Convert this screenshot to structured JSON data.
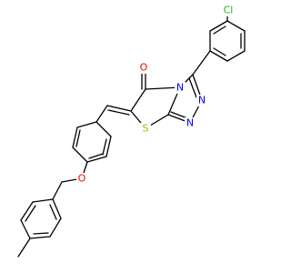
{
  "molecule": {
    "atoms": {
      "cl": {
        "label": "Cl",
        "color": "#1fb41f"
      },
      "o_ketone": {
        "label": "O",
        "color": "#ff0000"
      },
      "o_ether": {
        "label": "O",
        "color": "#ff0000"
      },
      "n_ring": {
        "label": "N",
        "color": "#0000ff"
      },
      "n_top": {
        "label": "N",
        "color": "#0000ff"
      },
      "n_bot": {
        "label": "N",
        "color": "#0000ff"
      },
      "s_thia": {
        "label": "S",
        "color": "#b4b400"
      }
    }
  }
}
